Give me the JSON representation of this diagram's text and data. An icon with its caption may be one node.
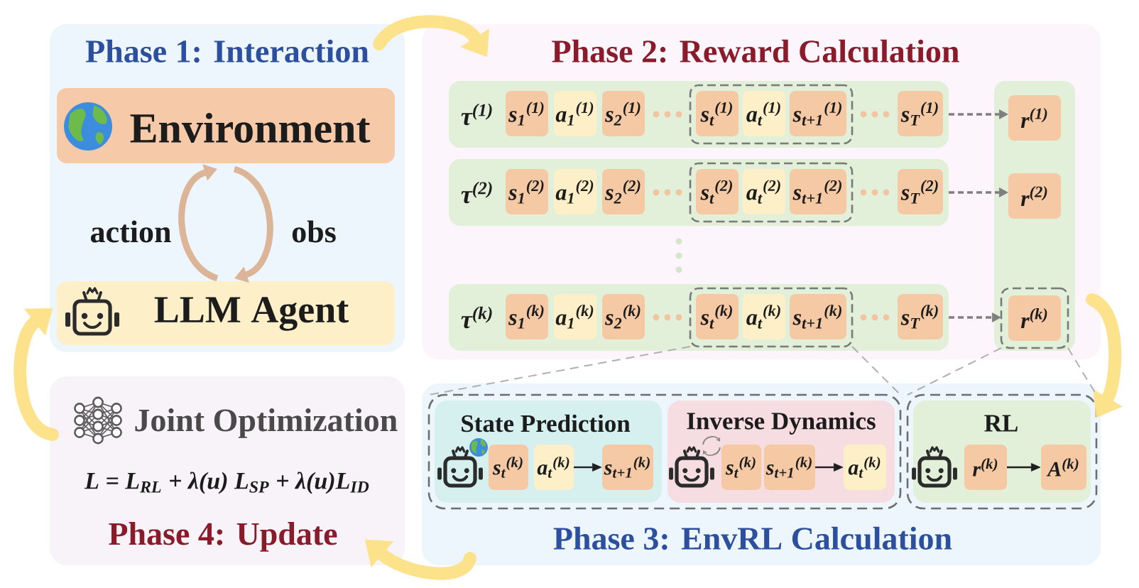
{
  "diagram": {
    "nodes": [
      {
        "text": [
          "Phase 1: Interaction"
        ]
      },
      {
        "text": [
          "Environment"
        ],
        "in": 0
      },
      {
        "text": [
          "LLM Agent"
        ],
        "in": 0
      },
      {
        "text": [
          "Phase 2: Reward Calculation"
        ]
      },
      {
        "text": [
          "τ$^{(1)}$"
        ],
        "in": 3
      },
      {
        "text": [
          "s$_{1}$$^{(1)}$"
        ],
        "in": 4
      },
      {
        "text": [
          "a$_{1}$$^{(1)}$"
        ],
        "in": 4
      },
      {
        "text": [
          "s$_{2}$$^{(1)}$"
        ],
        "in": 4
      },
      {
        "text": [],
        "shape": "box",
        "in": 4
      },
      {
        "text": [
          "s$_{t}$$^{(1)}$"
        ],
        "in": 8
      },
      {
        "text": [
          "a$_{t}$$^{(1)}$"
        ],
        "in": 8
      },
      {
        "text": [
          "s$_{t+1}$$^{(1)}$"
        ],
        "in": 8
      },
      {
        "text": [
          "s$_{T}$$^{(1)}$"
        ],
        "in": 4
      },
      {
        "text": [
          "τ$^{(2)}$"
        ],
        "in": 3
      },
      {
        "text": [
          "s$_{1}$$^{(2)}$"
        ],
        "in": 13
      },
      {
        "text": [
          "a$_{1}$$^{(2)}$"
        ],
        "in": 13
      },
      {
        "text": [
          "s$_{2}$$^{(2)}$"
        ],
        "in": 13
      },
      {
        "text": [],
        "shape": "box",
        "in": 13
      },
      {
        "text": [
          "s$_{t}$$^{(2)}$"
        ],
        "in": 17
      },
      {
        "text": [
          "a$_{t}$$^{(2)}$"
        ],
        "in": 17
      },
      {
        "text": [
          "s$_{t+1}$$^{(2)}$"
        ],
        "in": 17
      },
      {
        "text": [
          "s$_{T}$$^{(2)}$"
        ],
        "in": 13
      },
      {
        "text": [
          "τ$^{(k)}$"
        ],
        "in": 3
      },
      {
        "text": [
          "s$_{1}$$^{(k)}$"
        ],
        "in": 22
      },
      {
        "text": [
          "a$_{1}$$^{(k)}$"
        ],
        "in": 22
      },
      {
        "text": [
          "s$_{2}$$^{(k)}$"
        ],
        "in": 22
      },
      {
        "text": [],
        "shape": "box",
        "in": 22
      },
      {
        "text": [
          "s$_{t}$$^{(k)}$"
        ],
        "in": 26
      },
      {
        "text": [
          "a$_{t}$$^{(k)}$"
        ],
        "in": 26
      },
      {
        "text": [
          "s$_{t+1}$$^{(k)}$"
        ],
        "in": 26
      },
      {
        "text": [
          "s$_{T}$$^{(k)}$"
        ],
        "in": 22
      },
      {
        "text": [],
        "shape": "box",
        "in": 3
      },
      {
        "text": [
          "r$^{(1)}$"
        ],
        "in": 31
      },
      {
        "text": [
          "r$^{(2)}$"
        ],
        "in": 31
      },
      {
        "text": [],
        "shape": "box",
        "in": 31
      },
      {
        "text": [
          "r$^{(k)}$"
        ],
        "in": 34
      },
      {
        "text": [
          "Phase 3: EnvRL Calculation"
        ]
      },
      {
        "text": [],
        "shape": "box",
        "in": 36
      },
      {
        "text": [
          "State Prediction"
        ],
        "in": 37
      },
      {
        "text": [
          "s$_{t}$$^{(k)}$"
        ],
        "in": 38
      },
      {
        "text": [
          "a$_{t}$$^{(k)}$"
        ],
        "in": 38
      },
      {
        "text": [
          "s$_{t+1}$$^{(k)}$"
        ],
        "in": 38
      },
      {
        "text": [
          "Inverse Dynamics"
        ],
        "in": 37
      },
      {
        "text": [
          "s$_{t}$$^{(k)}$"
        ],
        "in": 42
      },
      {
        "text": [
          "s$_{t+1}$$^{(k)}$"
        ],
        "in": 42
      },
      {
        "text": [
          "a$_{t}$$^{(k)}$"
        ],
        "in": 42
      },
      {
        "text": [],
        "shape": "box",
        "in": 36
      },
      {
        "text": [
          "RL"
        ],
        "in": 46
      },
      {
        "text": [
          "r$^{(k)}$"
        ],
        "in": 47
      },
      {
        "text": [
          "A$^{(k)}$"
        ],
        "in": 47
      },
      {
        "text": [
          "Joint Optimization",
          "L = L$_{RL}$ + λ(u) L$_{SP}$ + λ(u)L$_{ID}$",
          "Phase 4: Update"
        ]
      }
    ],
    "edges": [
      {
        "from": 0,
        "to": 3,
        "arrow": "to",
        "style": "thick",
        "color": "#fde28c"
      },
      {
        "from": 3,
        "to": 36,
        "arrow": "to",
        "style": "thick",
        "color": "#fde28c"
      },
      {
        "from": 36,
        "to": 50,
        "arrow": "to",
        "style": "thick",
        "color": "#fde28c"
      },
      {
        "from": 50,
        "to": 0,
        "arrow": "to",
        "style": "thick",
        "color": "#fde28c"
      },
      {
        "from": 2,
        "to": 1,
        "arrow": "to",
        "label": "action",
        "style": "thick",
        "color": "#dcb497"
      },
      {
        "from": 1,
        "to": 2,
        "arrow": "to",
        "label": "obs",
        "style": "thick",
        "color": "#dcb497"
      },
      {
        "from": 4,
        "to": 32,
        "arrow": "to",
        "style": "dashed",
        "color": "#7f7f7f"
      },
      {
        "from": 13,
        "to": 33,
        "arrow": "to",
        "style": "dashed",
        "color": "#7f7f7f"
      },
      {
        "from": 22,
        "to": 34,
        "arrow": "to",
        "style": "dashed",
        "color": "#7f7f7f"
      },
      {
        "from": 26,
        "to": 37,
        "arrow": "none",
        "style": "dashed",
        "color": "#b0b0b0"
      },
      {
        "from": 26,
        "to": 37,
        "arrow": "none",
        "style": "dashed",
        "color": "#b0b0b0"
      },
      {
        "from": 34,
        "to": 46,
        "arrow": "none",
        "style": "dashed",
        "color": "#b0b0b0"
      },
      {
        "from": 34,
        "to": 46,
        "arrow": "none",
        "style": "dashed",
        "color": "#b0b0b0"
      },
      {
        "from": 40,
        "to": 41,
        "arrow": "to",
        "color": "#1f1f1f"
      },
      {
        "from": 44,
        "to": 45,
        "arrow": "to",
        "color": "#1f1f1f"
      },
      {
        "from": 48,
        "to": 49,
        "arrow": "to",
        "color": "#1f1f1f"
      }
    ]
  }
}
